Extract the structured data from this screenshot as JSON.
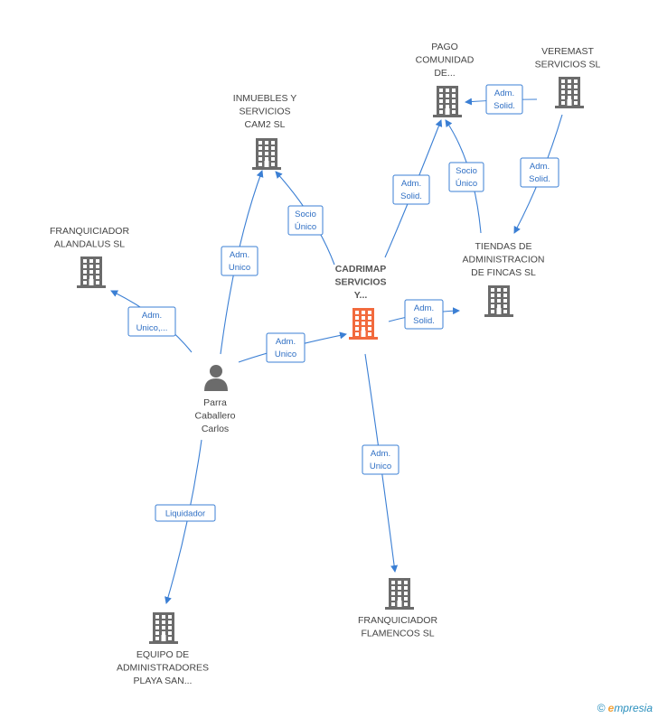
{
  "nodes": [
    {
      "id": "cadrimap",
      "lines": [
        "CADRIMAP",
        "SERVICIOS",
        "Y..."
      ],
      "type": "company",
      "focus": true
    },
    {
      "id": "inmuebles",
      "lines": [
        "INMUEBLES Y",
        "SERVICIOS",
        "CAM2 SL"
      ],
      "type": "company"
    },
    {
      "id": "pago",
      "lines": [
        "PAGO",
        "COMUNIDAD",
        "DE..."
      ],
      "type": "company"
    },
    {
      "id": "veremast",
      "lines": [
        "VEREMAST",
        "SERVICIOS SL"
      ],
      "type": "company"
    },
    {
      "id": "tiendas",
      "lines": [
        "TIENDAS DE",
        "ADMINISTRACION",
        "DE FINCAS SL"
      ],
      "type": "company"
    },
    {
      "id": "alandalus",
      "lines": [
        "FRANQUICIADOR",
        "ALANDALUS SL"
      ],
      "type": "company"
    },
    {
      "id": "parra",
      "lines": [
        "Parra",
        "Caballero",
        "Carlos"
      ],
      "type": "person"
    },
    {
      "id": "flamencos",
      "lines": [
        "FRANQUICIADOR",
        "FLAMENCOS  SL"
      ],
      "type": "company"
    },
    {
      "id": "equipo",
      "lines": [
        "EQUIPO DE",
        "ADMINISTRADORES",
        "PLAYA SAN..."
      ],
      "type": "company"
    }
  ],
  "edges": [
    {
      "from": "parra",
      "to": "inmuebles",
      "lines": [
        "Adm.",
        "Unico"
      ]
    },
    {
      "from": "cadrimap",
      "to": "inmuebles",
      "lines": [
        "Socio",
        "Único"
      ]
    },
    {
      "from": "parra",
      "to": "alandalus",
      "lines": [
        "Adm.",
        "Unico,..."
      ]
    },
    {
      "from": "parra",
      "to": "cadrimap",
      "lines": [
        "Adm.",
        "Unico"
      ]
    },
    {
      "from": "cadrimap",
      "to": "pago",
      "lines": [
        "Adm.",
        "Solid."
      ]
    },
    {
      "from": "tiendas",
      "to": "pago",
      "lines": [
        "Socio",
        "Único"
      ]
    },
    {
      "from": "veremast",
      "to": "pago",
      "lines": [
        "Adm.",
        "Solid."
      ]
    },
    {
      "from": "veremast",
      "to": "tiendas",
      "lines": [
        "Adm.",
        "Solid."
      ]
    },
    {
      "from": "cadrimap",
      "to": "tiendas",
      "lines": [
        "Adm.",
        "Solid."
      ]
    },
    {
      "from": "cadrimap",
      "to": "flamencos",
      "lines": [
        "Adm.",
        "Unico"
      ]
    },
    {
      "from": "parra",
      "to": "equipo",
      "lines": [
        "Liquidador"
      ]
    }
  ],
  "colors": {
    "edge": "#3b7fd4",
    "company_icon": "#6b6b6b",
    "focus_icon": "#f26a3d",
    "person_icon": "#6b6b6b"
  },
  "footer": {
    "copyright": "©",
    "brand_initial": "e",
    "brand_rest": "mpresia"
  }
}
